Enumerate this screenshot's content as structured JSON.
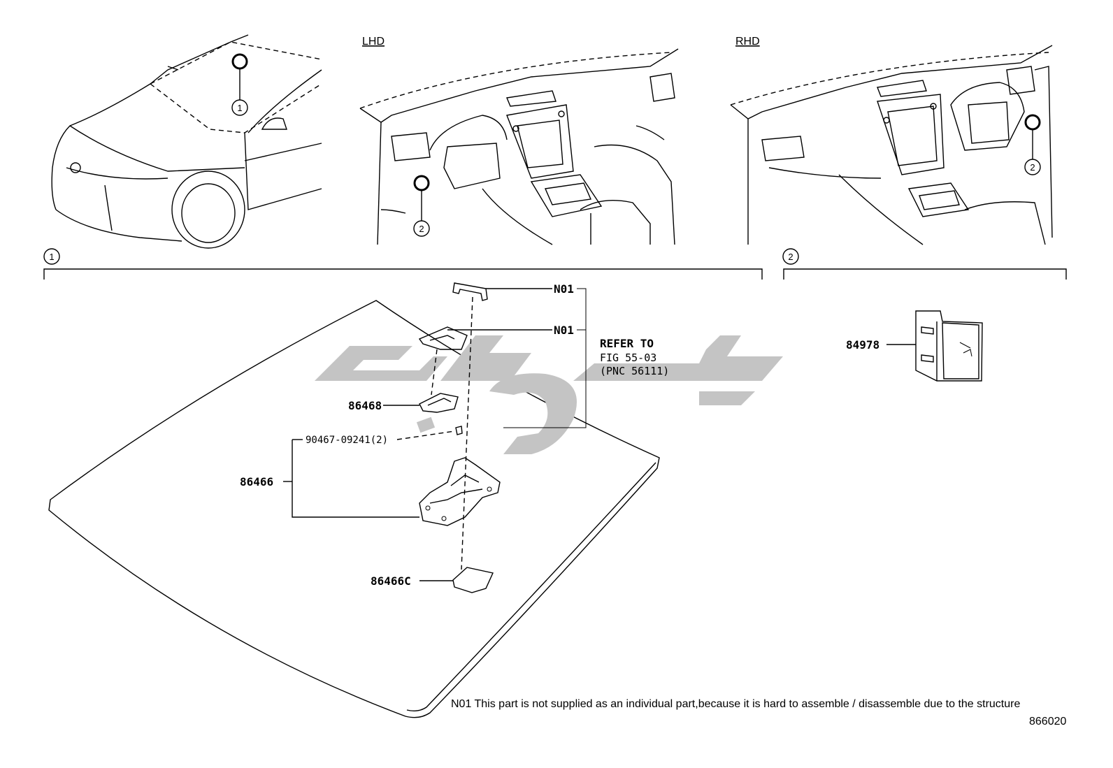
{
  "views": {
    "lhd_label": "LHD",
    "rhd_label": "RHD"
  },
  "callouts": {
    "c1": "1",
    "c2": "2"
  },
  "sections": {
    "s1": "1",
    "s2": "2"
  },
  "parts": {
    "n01_a": "N01",
    "n01_b": "N01",
    "refer_line1": "REFER TO",
    "refer_line2": "FIG 55-03",
    "refer_line3": "(PNC 56111)",
    "p86468": "86468",
    "p90467": "90467-09241(2)",
    "p86466": "86466",
    "p86466c": "86466C",
    "p84978": "84978"
  },
  "footnote": "N01 This part is not supplied as an individual part,because it is hard to assemble / disassemble due to the structure",
  "figure_id": "866020",
  "watermark_color": "#c4c4c4"
}
